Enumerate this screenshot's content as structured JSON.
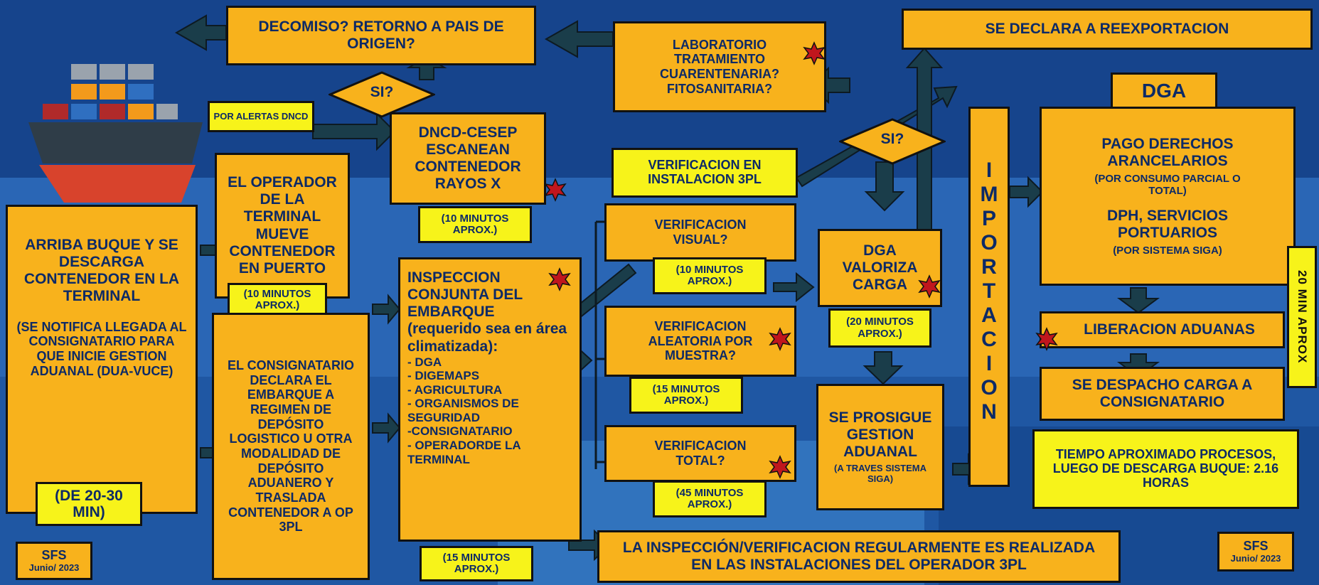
{
  "ship": {
    "alt": "ship-icon"
  },
  "nodes": {
    "arriba": {
      "title": "ARRIBA BUQUE Y SE DESCARGA CONTENEDOR EN LA TERMINAL",
      "note": "(SE NOTIFICA LLEGADA AL CONSIGNATARIO PARA QUE INICIE GESTION ADUANAL (DUA-VUCE)",
      "time": "(DE 20-30 MIN)"
    },
    "operador": {
      "title": "EL OPERADOR DE LA TERMINAL MUEVE CONTENEDOR EN PUERTO",
      "time": "(10 MINUTOS APROX.)"
    },
    "consignatario": {
      "title": "EL CONSIGNATARIO DECLARA EL EMBARQUE A REGIMEN DE DEPÓSITO LOGISTICO U OTRA MODALIDAD DE DEPÓSITO ADUANERO Y TRASLADA CONTENEDOR A OP 3PL"
    },
    "alertas": {
      "title": "POR ALERTAS DNCD"
    },
    "decomiso": {
      "title": "DECOMISO? RETORNO A PAIS DE ORIGEN?"
    },
    "si1": {
      "title": "SI?"
    },
    "dncd": {
      "title": "DNCD-CESEP ESCANEAN CONTENEDOR RAYOS X",
      "time": "(10 MINUTOS APROX.)"
    },
    "laboratorio": {
      "title": "LABORATORIO TRATAMIENTO CUARENTENARIA? FITOSANITARIA?"
    },
    "inspeccion": {
      "title": "INSPECCION CONJUNTA DEL EMBARQUE (requerido sea en área climatizada):",
      "items": [
        "- DGA",
        "- DIGEMAPS",
        "- AGRICULTURA",
        "- ORGANISMOS DE SEGURIDAD",
        "-CONSIGNATARIO",
        "- OPERADORDE LA TERMINAL"
      ],
      "time": "(15 MINUTOS APROX.)"
    },
    "ver3pl": {
      "title": "VERIFICACION EN INSTALACION 3PL"
    },
    "visual": {
      "title": "VERIFICACION VISUAL?",
      "time": "(10 MINUTOS APROX.)"
    },
    "aleatoria": {
      "title": "VERIFICACION ALEATORIA POR MUESTRA?",
      "time": "(15 MINUTOS APROX.)"
    },
    "total": {
      "title": "VERIFICACION TOTAL?",
      "time": "(45 MINUTOS APROX.)"
    },
    "si2": {
      "title": "SI?"
    },
    "valoriza": {
      "title": "DGA VALORIZA CARGA",
      "time": "(20 MINUTOS APROX.)"
    },
    "prosigue": {
      "title": "SE PROSIGUE GESTION ADUANAL",
      "sub": "(A TRAVES SISTEMA SIGA)"
    },
    "reexport": {
      "title": "SE DECLARA A REEXPORTACION"
    },
    "importacion": {
      "letters": [
        "I",
        "M",
        "P",
        "O",
        "R",
        "T",
        "A",
        "C",
        "I",
        "O",
        "N"
      ]
    },
    "dga": {
      "title": "DGA"
    },
    "pago": {
      "title1": "PAGO DERECHOS ARANCELARIOS",
      "sub1": "(POR CONSUMO PARCIAL O TOTAL)",
      "title2": "DPH, SERVICIOS PORTUARIOS",
      "sub2": "(POR SISTEMA SIGA)"
    },
    "liberacion": {
      "title": "LIBERACION ADUANAS"
    },
    "despacho": {
      "title": "SE DESPACHO CARGA A CONSIGNATARIO"
    },
    "tiempo": {
      "title": "TIEMPO APROXIMADO PROCESOS, LUEGO DE DESCARGA BUQUE: 2.16 HORAS"
    },
    "twenty": {
      "title": "20 MIN APROX"
    },
    "footer": {
      "title": "LA INSPECCIÓN/VERIFICACION REGULARMENTE ES REALIZADA EN LAS INSTALACIONES DEL OPERADOR 3PL"
    }
  },
  "sfs_left": {
    "name": "SFS",
    "date": "Junio/ 2023"
  },
  "sfs_right": {
    "name": "SFS",
    "date": "Junio/ 2023"
  },
  "colors": {
    "box": "#f8b21c",
    "highlight": "#f7f31a",
    "text": "#0d2a66",
    "star": "#c0161d",
    "arrow": "#1a3d4a"
  }
}
